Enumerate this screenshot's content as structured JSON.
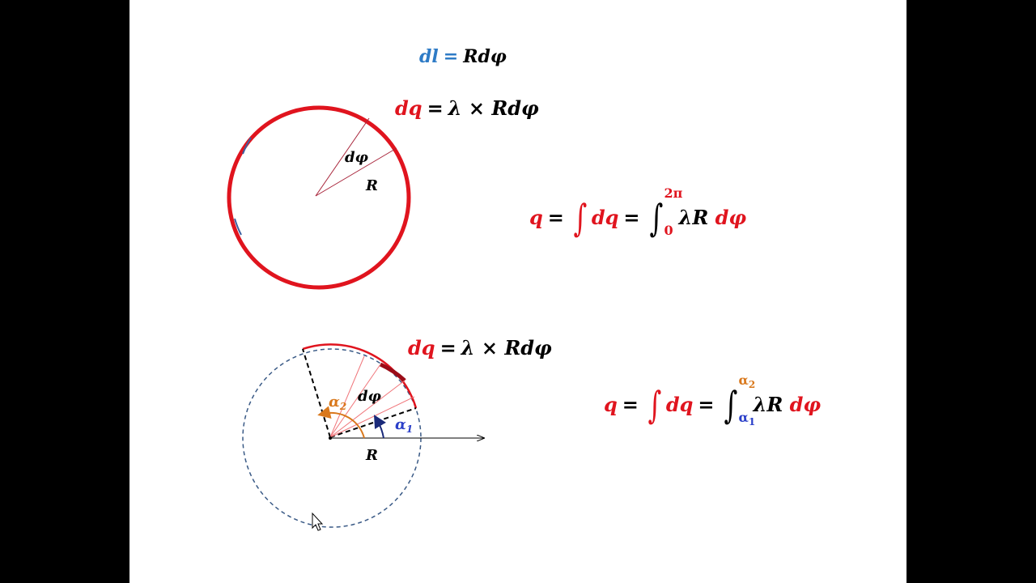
{
  "colors": {
    "red": "#e0141e",
    "blue": "#2e7bc6",
    "orange": "#d9781c",
    "indigo": "#2a3fc9",
    "dashed_circle": "#3a5a86"
  },
  "eq_dl": {
    "lhs": "dl",
    "op": "=",
    "rhs": "Rdφ"
  },
  "eq_dq_top": {
    "lhs": "dq",
    "op": "=",
    "rhs": "λ × Rdφ"
  },
  "eq_q_top": {
    "lhs": "q",
    "op1": "=",
    "int": "∫",
    "dq": "dq",
    "op2": "=",
    "upper": "2π",
    "lower": "0",
    "body": "λR",
    "dphi": "dφ"
  },
  "eq_dq_bottom": {
    "lhs": "dq",
    "op": "=",
    "rhs": "λ × Rdφ"
  },
  "eq_q_bottom": {
    "lhs": "q",
    "op1": "=",
    "int": "∫",
    "dq": "dq",
    "op2": "=",
    "upper": "α",
    "upper_sub": "2",
    "lower": "α",
    "lower_sub": "1",
    "body": "λR",
    "dphi": "dφ"
  },
  "top_circle": {
    "dphi_label": "dφ",
    "r_label": "R"
  },
  "bottom_circle": {
    "dphi_label": "dφ",
    "r_label": "R",
    "alpha2": "α",
    "alpha2_sub": "2",
    "alpha1": "α",
    "alpha1_sub": "1"
  }
}
